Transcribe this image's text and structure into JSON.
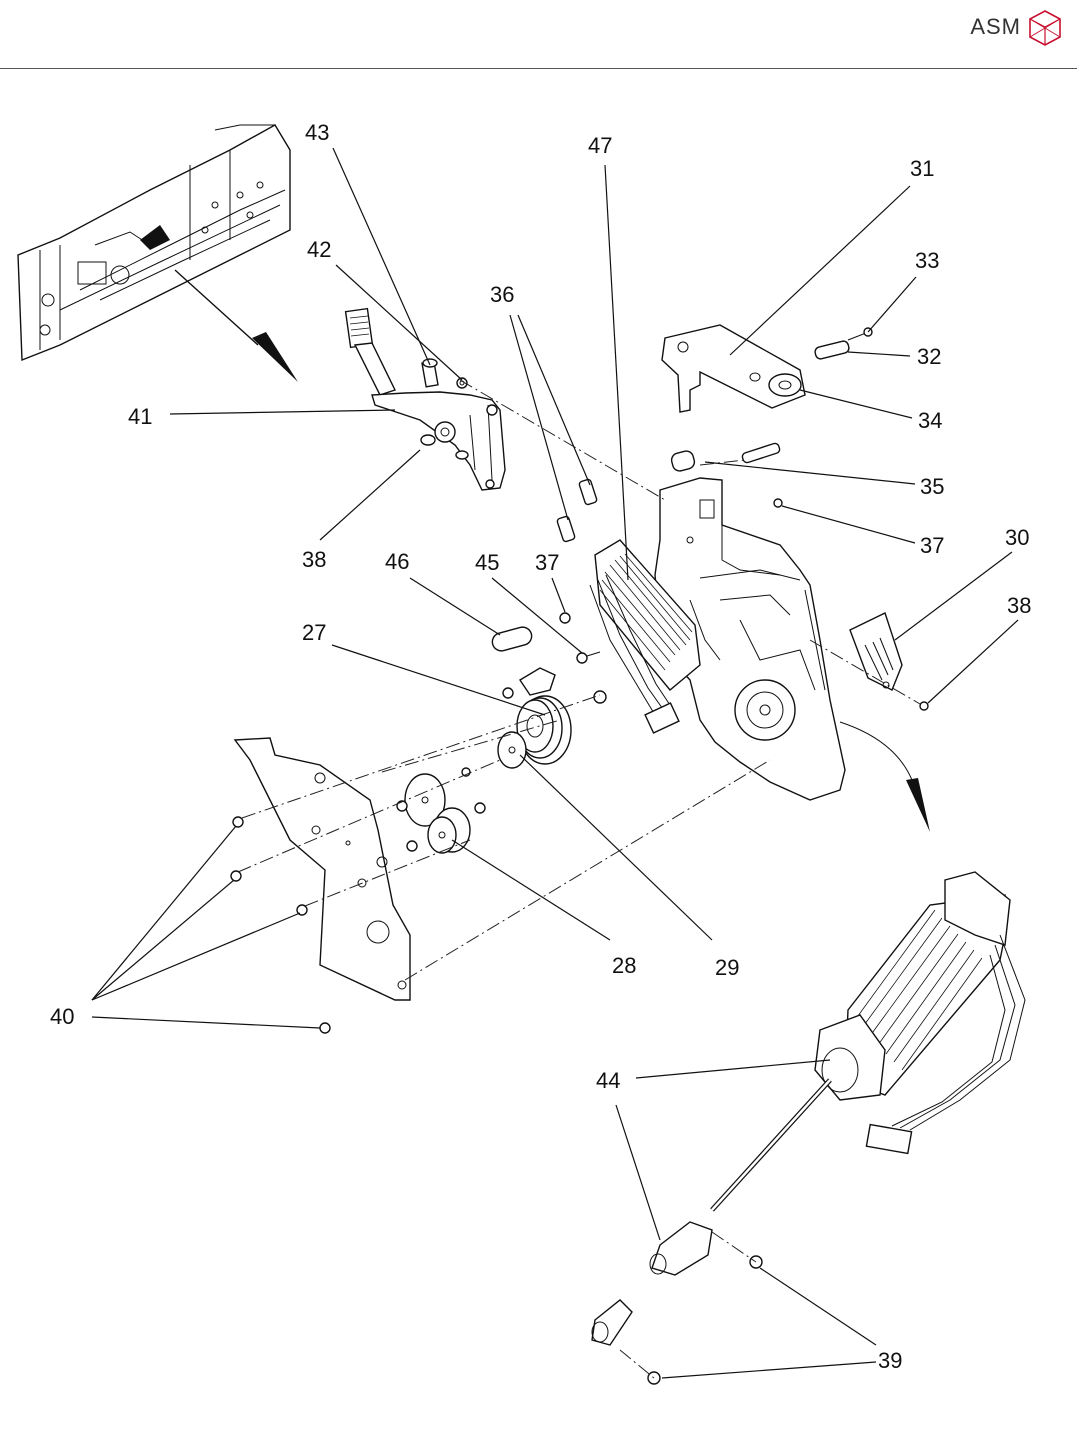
{
  "header": {
    "brand": "ASM",
    "logo_icon": "asm-cube-logo-icon",
    "accent_color": "#c8102e"
  },
  "callouts": {
    "c27": "27",
    "c28": "28",
    "c29": "29",
    "c30": "30",
    "c31": "31",
    "c32": "32",
    "c33": "33",
    "c34": "34",
    "c35": "35",
    "c36": "36",
    "c37a": "37",
    "c37b": "37",
    "c38a": "38",
    "c38b": "38",
    "c39": "39",
    "c40": "40",
    "c41": "41",
    "c42": "42",
    "c43": "43",
    "c44": "44",
    "c45": "45",
    "c46": "46",
    "c47": "47"
  }
}
